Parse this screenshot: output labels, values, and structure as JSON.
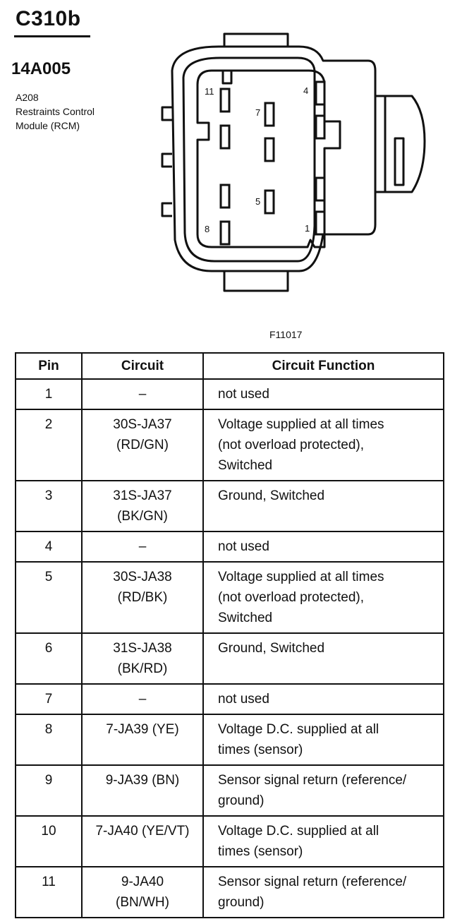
{
  "header": {
    "connector_id": "C310b",
    "part_number": "14A005",
    "description_lines": [
      "A208",
      "Restraints Control",
      "Module (RCM)"
    ]
  },
  "connector_diagram": {
    "pin_labels": [
      "11",
      "7",
      "4",
      "5",
      "8",
      "1"
    ]
  },
  "figure_id": "F11017",
  "table": {
    "headers": {
      "pin": "Pin",
      "circuit": "Circuit",
      "function": "Circuit Function"
    },
    "rows": [
      {
        "pin": "1",
        "circuit": [
          "–"
        ],
        "function": [
          "not used"
        ]
      },
      {
        "pin": "2",
        "circuit": [
          "30S-JA37",
          "(RD/GN)"
        ],
        "function": [
          "Voltage supplied at all times",
          "(not overload protected),",
          "Switched"
        ]
      },
      {
        "pin": "3",
        "circuit": [
          "31S-JA37",
          "(BK/GN)"
        ],
        "function": [
          "Ground, Switched"
        ]
      },
      {
        "pin": "4",
        "circuit": [
          "–"
        ],
        "function": [
          "not used"
        ]
      },
      {
        "pin": "5",
        "circuit": [
          "30S-JA38",
          "(RD/BK)"
        ],
        "function": [
          "Voltage supplied at all times",
          "(not overload protected),",
          "Switched"
        ]
      },
      {
        "pin": "6",
        "circuit": [
          "31S-JA38",
          "(BK/RD)"
        ],
        "function": [
          "Ground, Switched"
        ]
      },
      {
        "pin": "7",
        "circuit": [
          "–"
        ],
        "function": [
          "not used"
        ]
      },
      {
        "pin": "8",
        "circuit": [
          "7-JA39 (YE)"
        ],
        "function": [
          "Voltage D.C. supplied at all",
          "times (sensor)"
        ]
      },
      {
        "pin": "9",
        "circuit": [
          "9-JA39 (BN)"
        ],
        "function": [
          "Sensor signal return (reference/",
          "ground)"
        ]
      },
      {
        "pin": "10",
        "circuit": [
          "7-JA40 (YE/VT)"
        ],
        "function": [
          "Voltage D.C. supplied at all",
          "times (sensor)"
        ]
      },
      {
        "pin": "11",
        "circuit": [
          "9-JA40",
          "(BN/WH)"
        ],
        "function": [
          "Sensor signal return (reference/",
          "ground)"
        ]
      }
    ]
  }
}
